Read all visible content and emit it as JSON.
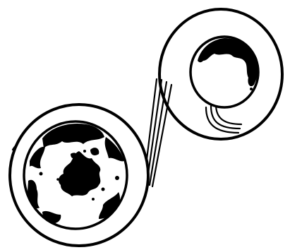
{
  "figure": {
    "ink_color": "#000000",
    "paper_color": "#ffffff",
    "elements": [
      "large-outer-ring",
      "large-inner-disc",
      "large-central-blob",
      "small-outer-ring",
      "small-inner-disc",
      "connecting-strands"
    ]
  }
}
